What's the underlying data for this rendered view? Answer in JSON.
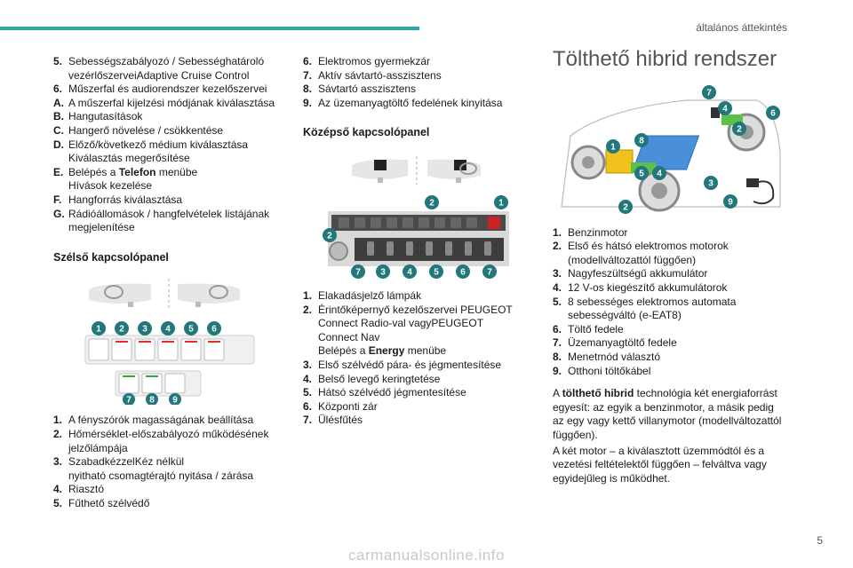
{
  "header": {
    "section": "általános áttekintés",
    "page_number": "5"
  },
  "col1": {
    "list1": [
      {
        "num": "5.",
        "text": "Sebességszabályozó / Sebességhatároló vezérlőszerveiAdaptive Cruise Control"
      },
      {
        "num": "6.",
        "text": "Műszerfal és audiorendszer kezelőszervei"
      },
      {
        "num": "A.",
        "text": "A műszerfal kijelzési módjának kiválasztása"
      },
      {
        "num": "B.",
        "text": "Hangutasítások"
      },
      {
        "num": "C.",
        "text": "Hangerő növelése / csökkentése"
      },
      {
        "num": "D.",
        "text": "Előző/következő médium kiválasztása",
        "text2": "Kiválasztás megerősítése"
      },
      {
        "num": "E.",
        "pre": "Belépés a ",
        "bold": "Telefon",
        "post": " menübe",
        "text2": "Hívások kezelése"
      },
      {
        "num": "F.",
        "text": "Hangforrás kiválasztása"
      },
      {
        "num": "G.",
        "text": "Rádióállomások / hangfelvételek listájának megjelenítése"
      }
    ],
    "section_title": "Szélső kapcsolópanel",
    "figure_badges": [
      "1",
      "2",
      "3",
      "4",
      "5",
      "6",
      "7",
      "8",
      "9"
    ],
    "list2": [
      {
        "num": "1.",
        "text": "A fényszórók magasságának beállítása"
      },
      {
        "num": "2.",
        "text": "Hőmérséklet-előszabályozó működésének jelzőlámpája"
      },
      {
        "num": "3.",
        "text": "SzabadkézzelKéz nélkül",
        "text2": "nyitható csomagtérajtó nyitása / zárása"
      },
      {
        "num": "4.",
        "text": "Riasztó"
      },
      {
        "num": "5.",
        "text": "Fűthető szélvédő"
      }
    ]
  },
  "col2": {
    "list1": [
      {
        "num": "6.",
        "text": "Elektromos gyermekzár"
      },
      {
        "num": "7.",
        "text": "Aktív sávtartó-asszisztens"
      },
      {
        "num": "8.",
        "text": "Sávtartó asszisztens"
      },
      {
        "num": "9.",
        "text": "Az üzemanyagtöltő fedelének kinyitása"
      }
    ],
    "section_title": "Középső kapcsolópanel",
    "figure_badges": [
      "1",
      "2",
      "2",
      "7",
      "3",
      "4",
      "5",
      "6",
      "7"
    ],
    "list2": [
      {
        "num": "1.",
        "text": "Elakadásjelző lámpák"
      },
      {
        "num": "2.",
        "text": "Érintőképernyő kezelőszervei PEUGEOT Connect Radio-val vagyPEUGEOT Connect Nav",
        "pre2": "Belépés a ",
        "bold2": "Energy",
        "post2": " menübe"
      },
      {
        "num": "3.",
        "text": "Első szélvédő pára- és jégmentesítése"
      },
      {
        "num": "4.",
        "text": "Belső levegő keringtetése"
      },
      {
        "num": "5.",
        "text": "Hátsó szélvédő jégmentesítése"
      },
      {
        "num": "6.",
        "text": "Központi zár"
      },
      {
        "num": "7.",
        "text": "Ülésfűtés"
      }
    ]
  },
  "col3": {
    "title": "Tölthető hibrid rendszer",
    "figure_badges": [
      "7",
      "4",
      "6",
      "2",
      "8",
      "1",
      "5",
      "4",
      "3",
      "2",
      "9"
    ],
    "list": [
      {
        "num": "1.",
        "text": "Benzinmotor"
      },
      {
        "num": "2.",
        "text": "Első és hátsó elektromos motorok (modellváltozattól függően)"
      },
      {
        "num": "3.",
        "text": "Nagyfeszültségű akkumulátor"
      },
      {
        "num": "4.",
        "text": "12 V-os kiegészítő akkumulátorok"
      },
      {
        "num": "5.",
        "text": "8 sebességes elektromos automata sebességváltó (e-EAT8)"
      },
      {
        "num": "6.",
        "text": "Töltő fedele"
      },
      {
        "num": "7.",
        "text": "Üzemanyagtöltő fedele"
      },
      {
        "num": "8.",
        "text": "Menetmód választó"
      },
      {
        "num": "9.",
        "text": "Otthoni töltőkábel"
      }
    ],
    "para1_pre": "A ",
    "para1_bold": "tölthető hibrid",
    "para1_post": " technológia két energiaforrást egyesít: az egyik a benzinmotor, a másik pedig az egy vagy kettő villanymotor (modellváltozattól függően).",
    "para2": "A két motor – a kiválasztott üzemmódtól és a vezetési feltételektől függően – felváltva vagy egyidejűleg is működhet."
  },
  "watermark": "carmanualsonline.info"
}
